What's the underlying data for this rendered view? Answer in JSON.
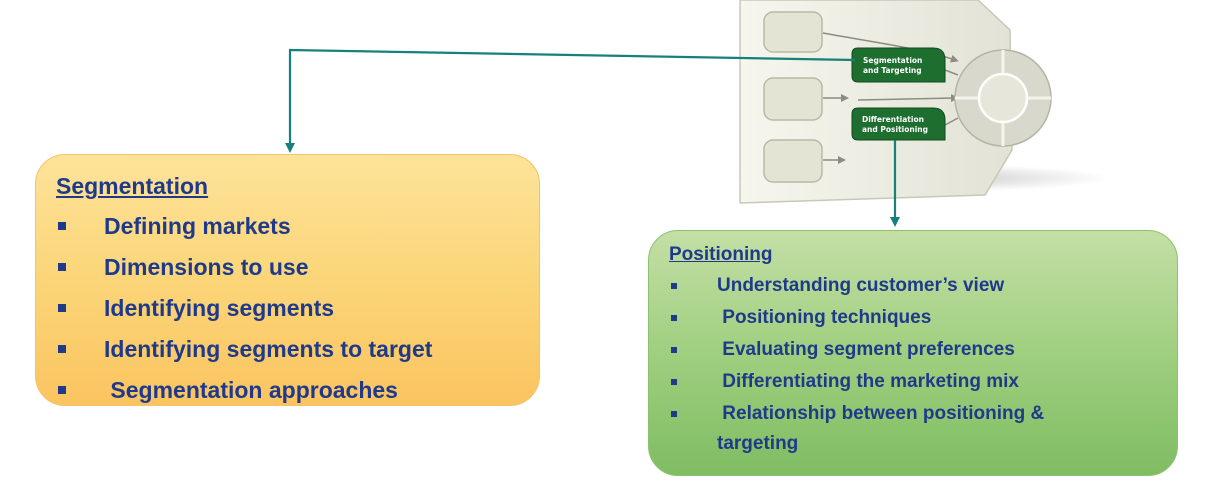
{
  "diagram": {
    "node_segmentation_targeting": [
      "Segmentation",
      "and Targeting"
    ],
    "node_differentiation_positioning": [
      "Differentiation",
      "and Positioning"
    ],
    "colors": {
      "arrow": "#17807a",
      "node_green": "#1d6e2f",
      "segmentation_box": "#fbd77b",
      "positioning_box": "#9fcf7f",
      "text": "#1f3a8a"
    }
  },
  "segmentation": {
    "title": "Segmentation",
    "items": [
      "Defining markets",
      "Dimensions to use",
      "Identifying segments",
      "Identifying segments to target",
      " Segmentation approaches"
    ]
  },
  "positioning": {
    "title": "Positioning",
    "items": [
      "Understanding customer’s view",
      " Positioning techniques",
      " Evaluating segment preferences",
      " Differentiating the marketing mix",
      " Relationship between positioning &",
      "targeting"
    ]
  }
}
